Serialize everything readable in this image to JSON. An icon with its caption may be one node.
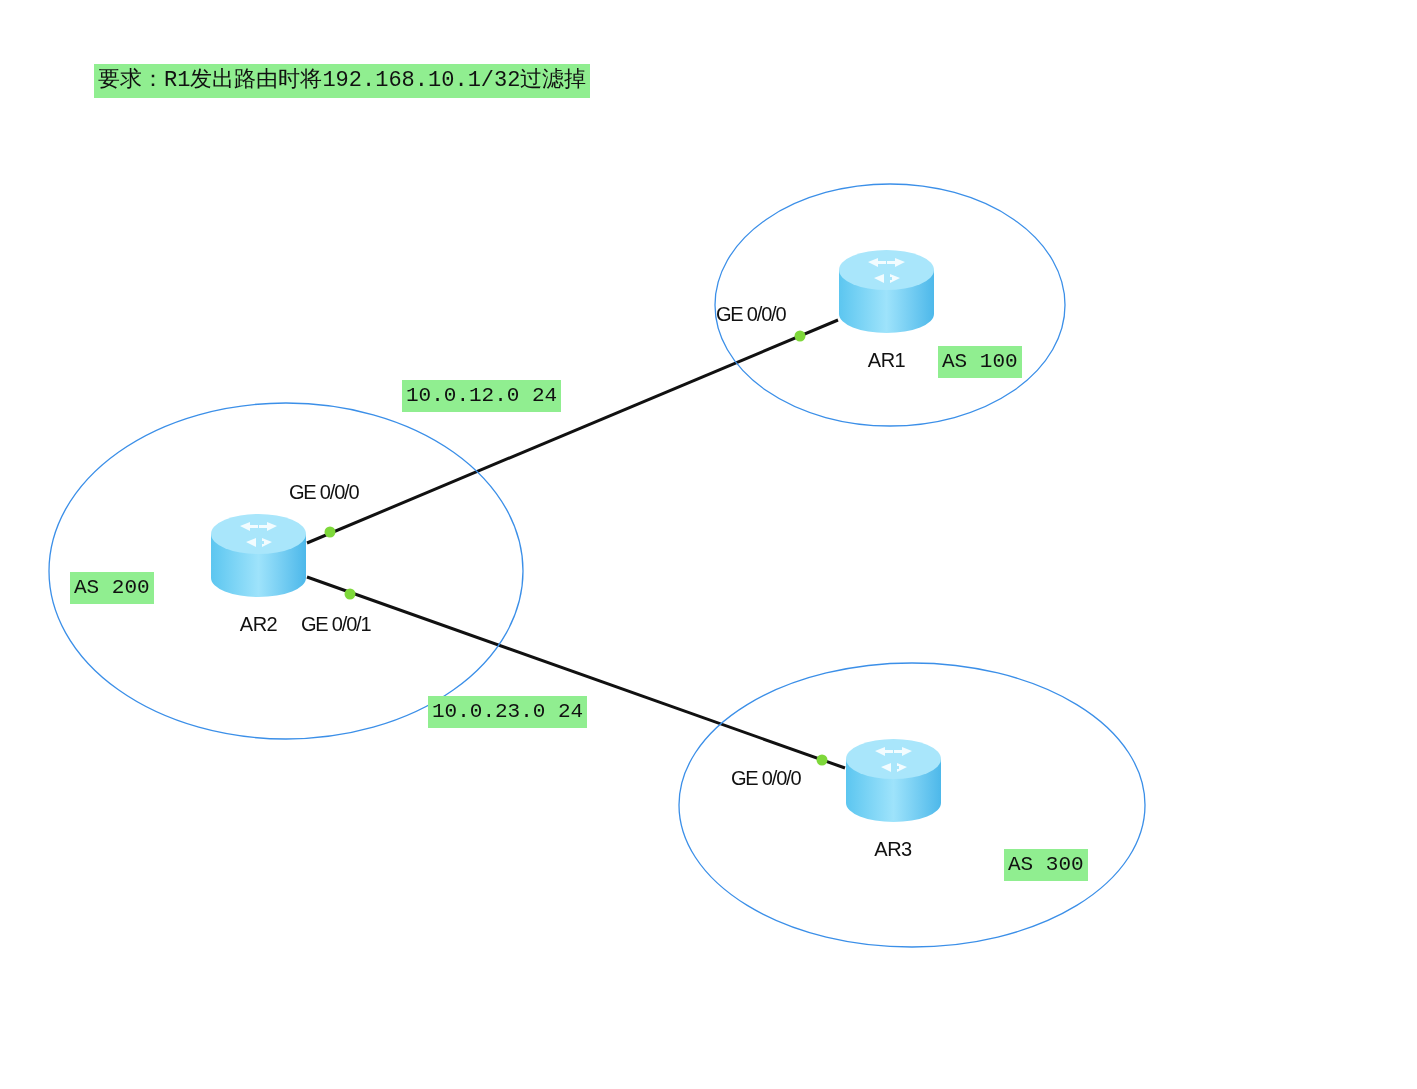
{
  "diagram": {
    "title": "要求：R1发出路由时将192.168.10.1/32过滤掉",
    "nodes": [
      {
        "text": [
          "AS 100"
        ]
      },
      {
        "text": [
          "AR1"
        ],
        "in": 0,
        "beside": [
          "GE 0/0/0"
        ]
      },
      {
        "text": [
          "AS 200"
        ]
      },
      {
        "text": [
          "AR2"
        ],
        "in": 2,
        "beside": [
          "GE 0/0/0",
          "GE 0/0/1"
        ]
      },
      {
        "text": [
          "AS 300"
        ]
      },
      {
        "text": [
          "AR3"
        ],
        "in": 4,
        "beside": [
          "GE 0/0/0"
        ]
      }
    ],
    "edges": [
      {
        "from": 3,
        "to": 1,
        "arrow": "none",
        "label": "10.0.12.0 24"
      },
      {
        "from": 3,
        "to": 5,
        "arrow": "none",
        "label": "10.0.23.0 24"
      }
    ]
  }
}
